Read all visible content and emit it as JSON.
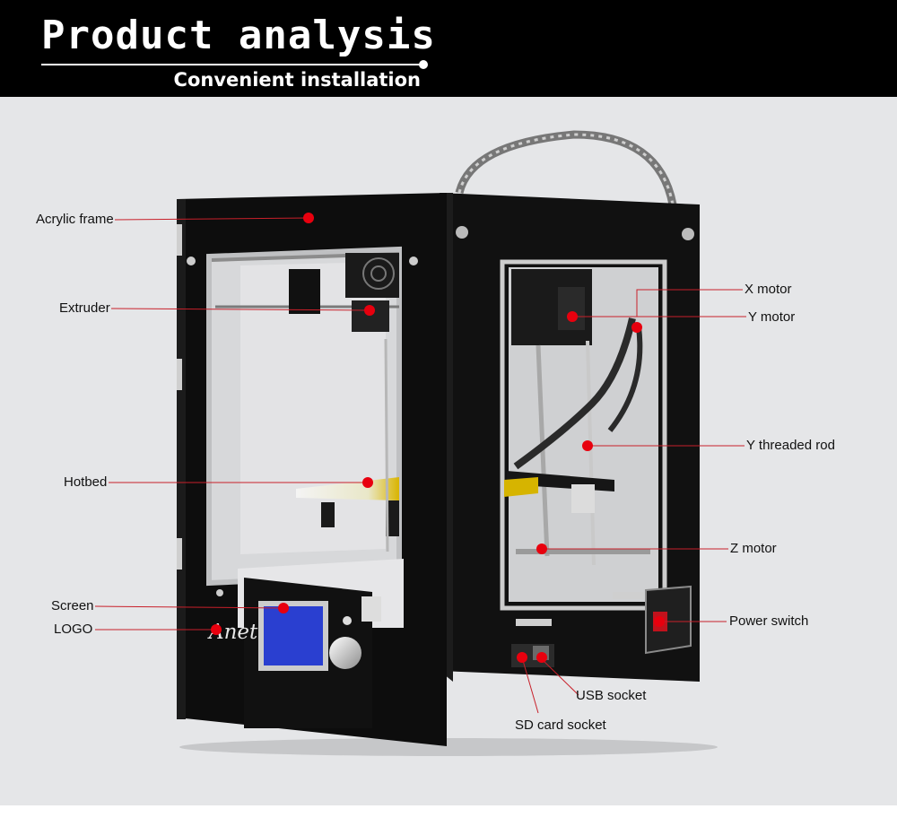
{
  "header": {
    "title": "Product analysis",
    "subtitle": "Convenient installation"
  },
  "labels": {
    "acrylic_frame": "Acrylic frame",
    "extruder": "Extruder",
    "hotbed": "Hotbed",
    "screen": "Screen",
    "logo": "LOGO",
    "x_motor": "X motor",
    "y_motor": "Y motor",
    "y_threaded_rod": "Y threaded rod",
    "z_motor": "Z motor",
    "power_switch": "Power switch",
    "usb_socket": "USB socket",
    "sd_card_socket": "SD card socket"
  },
  "printer": {
    "brand_logo": "Anet"
  },
  "colors": {
    "header_bg": "#000000",
    "stage_bg": "#e5e6e8",
    "frame": "#0a0a0a",
    "marker": "#e8000e",
    "leader_line": "#c8202a",
    "lcd": "#2a3fd0"
  }
}
